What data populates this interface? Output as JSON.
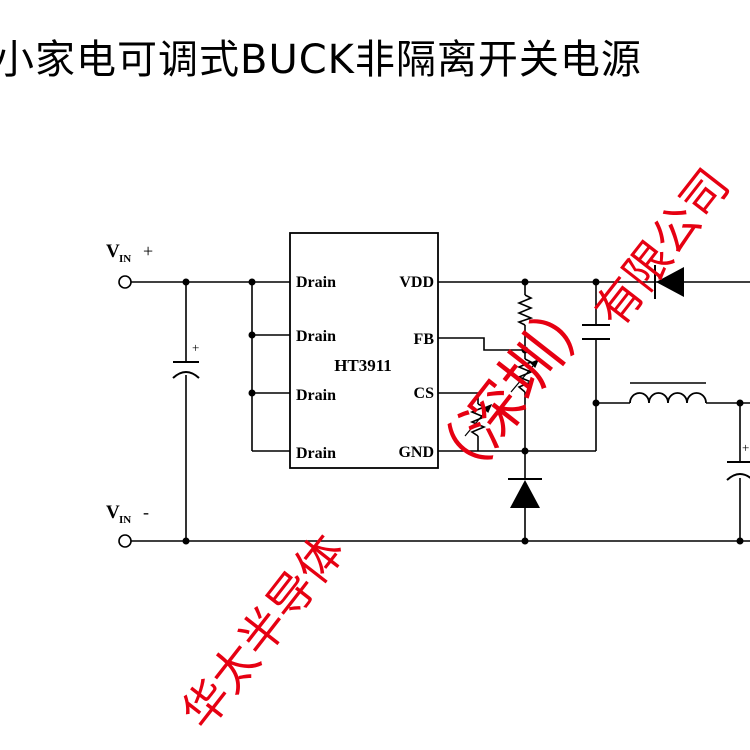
{
  "title": "小家电可调式BUCK非隔离开关电源",
  "ic": {
    "name": "HT3911",
    "left_pins": [
      "Drain",
      "Drain",
      "Drain",
      "Drain"
    ],
    "right_pins": [
      "VDD",
      "FB",
      "CS",
      "GND"
    ]
  },
  "inputs": {
    "vin_pos": {
      "main": "V",
      "sub": "IN",
      "sign": "+"
    },
    "vin_neg": {
      "main": "V",
      "sub": "IN",
      "sign": "-"
    }
  },
  "capacitor_polarity": "+",
  "watermark": {
    "left": "华太半导体",
    "middle": "（深圳）",
    "right": "有限公司",
    "color": "#e60012"
  },
  "colors": {
    "line": "#000000",
    "watermark": "#e60012",
    "background": "#ffffff"
  }
}
